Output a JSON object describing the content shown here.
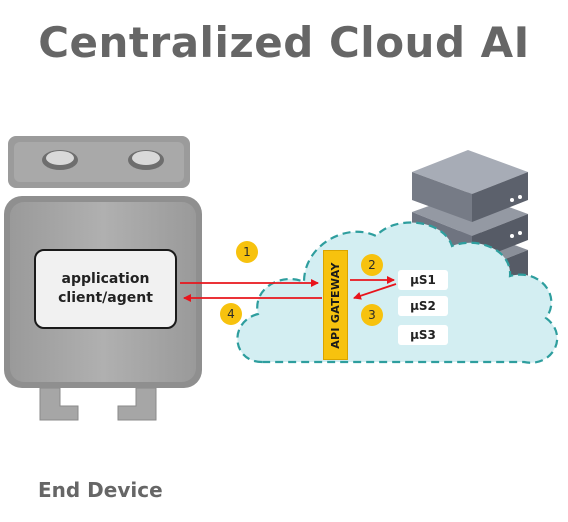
{
  "title": "Centralized Cloud AI",
  "device": {
    "label": "application\nclient/agent",
    "caption": "End Device"
  },
  "cloud": {
    "gateway_label": "API GATEWAY",
    "microservices": [
      "μS1",
      "μS2",
      "μS3"
    ]
  },
  "steps": [
    "1",
    "2",
    "3",
    "4"
  ],
  "colors": {
    "title": "#666666",
    "device_body": "#a6a6a6",
    "cloud_fill": "#d3eef2",
    "cloud_border": "#2e9e9e",
    "gateway": "#f7c20e",
    "arrow": "#e8141c"
  }
}
